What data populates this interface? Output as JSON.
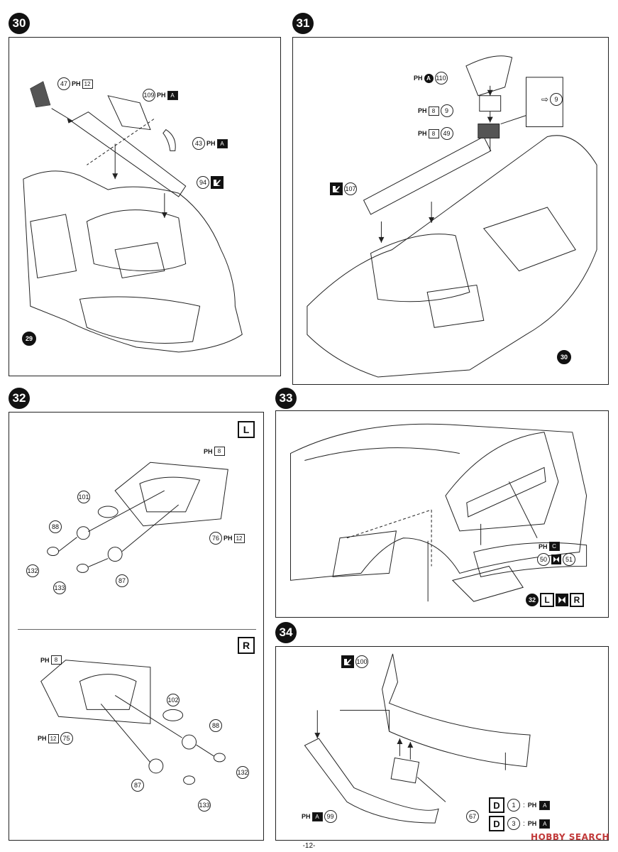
{
  "steps": [
    {
      "number": "30"
    },
    {
      "number": "31"
    },
    {
      "number": "32"
    },
    {
      "number": "33"
    },
    {
      "number": "34"
    }
  ],
  "step30": {
    "callouts": [
      {
        "num": "47",
        "ph": "PH",
        "paint": "12"
      },
      {
        "num": "109",
        "ph": "PH",
        "paint": "A"
      },
      {
        "num": "43",
        "ph": "PH",
        "paint": "A"
      },
      {
        "num": "94"
      }
    ],
    "assembly_ref": "29"
  },
  "step31": {
    "callouts": [
      {
        "num": "110",
        "ph": "PH",
        "paint": "A"
      },
      {
        "num": "9",
        "ph": "PH",
        "paint": "8"
      },
      {
        "num": "49",
        "ph": "PH",
        "paint": "8"
      },
      {
        "num": "107"
      }
    ],
    "detail_ref": "9",
    "assembly_ref": "30"
  },
  "step32": {
    "side_left": "L",
    "side_right": "R",
    "left_callouts": [
      {
        "num": "101"
      },
      {
        "num": "88"
      },
      {
        "num": "132"
      },
      {
        "num": "133"
      },
      {
        "num": "87"
      },
      {
        "num": "76",
        "ph": "PH",
        "paint": "12"
      },
      {
        "ph": "PH",
        "paint": "8"
      }
    ],
    "right_callouts": [
      {
        "ph": "PH",
        "paint": "8"
      },
      {
        "num": "75",
        "ph": "PH",
        "paint": "12"
      },
      {
        "num": "102"
      },
      {
        "num": "88"
      },
      {
        "num": "132"
      },
      {
        "num": "87"
      },
      {
        "num": "133"
      }
    ]
  },
  "step33": {
    "callouts": [
      {
        "ph": "PH",
        "paint": "C"
      },
      {
        "num_a": "50",
        "num_b": "51"
      }
    ],
    "assembly_ref": "32",
    "letters": [
      "L",
      "R"
    ]
  },
  "step34": {
    "callouts": [
      {
        "num": "100"
      },
      {
        "num": "67"
      },
      {
        "num": "99",
        "ph": "PH",
        "paint": "A"
      }
    ],
    "legend": [
      {
        "letter": "D",
        "num": "1",
        "sep": ":",
        "ph": "PH",
        "paint": "A"
      },
      {
        "letter": "D",
        "num": "3",
        "sep": ":",
        "ph": "PH",
        "paint": "A"
      }
    ]
  },
  "page_number": "-12-",
  "watermark": "HOBBY SEARCH",
  "colors": {
    "ink": "#111111",
    "watermark": "#c23a3a",
    "paper": "#ffffff"
  }
}
